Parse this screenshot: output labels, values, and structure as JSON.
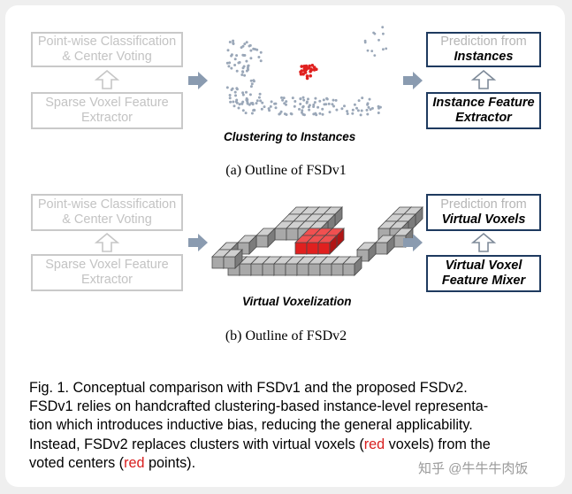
{
  "panel_a": {
    "left_top": {
      "line1": "Point-wise Classification",
      "line2": "& Center Voting"
    },
    "left_bottom": {
      "line1": "Sparse Voxel Feature",
      "line2": "Extractor"
    },
    "middle_caption": "Clustering to Instances",
    "right_top": {
      "line1": "Prediction from",
      "line2": "Instances"
    },
    "right_bottom": {
      "line1": "Instance Feature",
      "line2": "Extractor"
    },
    "caption": "(a) Outline of FSDv1"
  },
  "panel_b": {
    "left_top": {
      "line1": "Point-wise Classification",
      "line2": "& Center Voting"
    },
    "left_bottom": {
      "line1": "Sparse Voxel Feature",
      "line2": "Extractor"
    },
    "middle_caption": "Virtual Voxelization",
    "right_top": {
      "line1": "Prediction from",
      "line2": "Virtual Voxels"
    },
    "right_bottom": {
      "line1": "Virtual Voxel",
      "line2": "Feature Mixer"
    },
    "caption": "(b) Outline of FSDv2"
  },
  "figure_caption": {
    "prefix": "Fig. 1.  Conceptual comparison with FSDv1 and the proposed FSDv2.\nFSDv1 relies on handcrafted clustering-based instance-level representa-\ntion which introduces inductive bias, reducing the general applicability.\nInstead, FSDv2 replaces clusters with virtual voxels (",
    "red1": "red",
    "middle": " voxels) from the\nvoted centers (",
    "red2": "red",
    "suffix": " points)."
  },
  "watermark": "知乎 @牛牛牛肉饭",
  "colors": {
    "accent_red": "#e0201f",
    "arrow": "#8a9bb0",
    "box_dark_border": "#1e3a5f",
    "box_light_border": "#c9c9c9",
    "cube_gray": "#a9a9a9"
  }
}
